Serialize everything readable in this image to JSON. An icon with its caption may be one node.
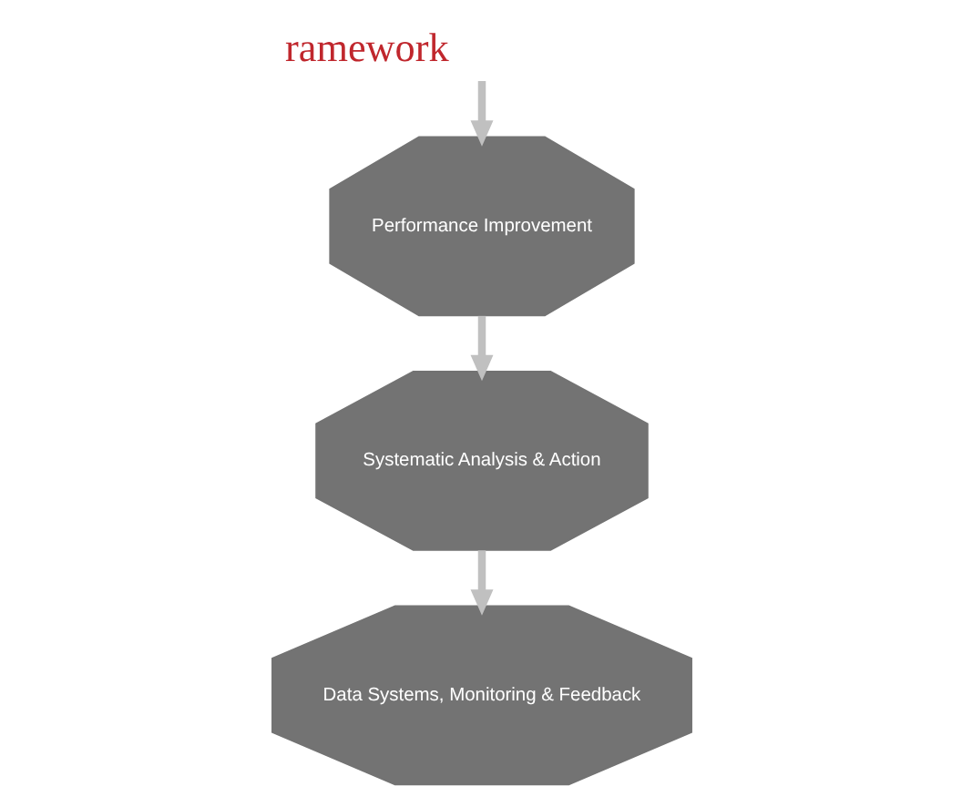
{
  "diagram": {
    "title": "ramework",
    "nodes": [
      {
        "text": [
          "Systematic Analysis & Action"
        ]
      },
      {
        "text": [
          "Performance Improvement"
        ]
      },
      {
        "text": [
          "Data Systems, Monitoring & Feedback"
        ]
      }
    ],
    "edges": [
      {
        "from": 1,
        "to": 0,
        "arrow": "to"
      },
      {
        "from": 0,
        "to": 2,
        "arrow": "to"
      },
      {
        "from": null,
        "to": 1,
        "arrow": "to"
      }
    ]
  }
}
